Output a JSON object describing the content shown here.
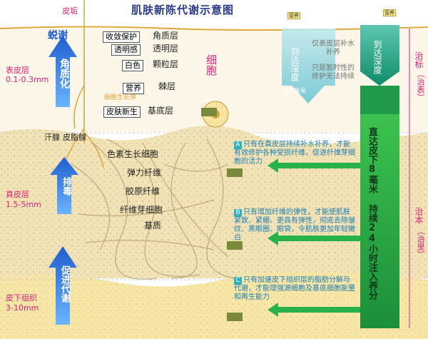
{
  "title": "肌肤新陈代谢示意图",
  "top": {
    "dead_skin": "皮垢",
    "nutrition": "营养"
  },
  "left_stack": {
    "molting": "蜕谢",
    "keratinization": "角质化",
    "detox": "排毒",
    "promote_metabolism": "促进代谢"
  },
  "layers": {
    "epidermis": "表皮层",
    "epidermis_depth": "0.1-0.3mm",
    "dermis": "真皮层",
    "dermis_depth": "1.5-5mm",
    "hypodermis": "皮下组织",
    "hypodermis_depth": "3-10mm"
  },
  "epidermis_items": [
    {
      "label": "收敛保护",
      "layer": "角质层"
    },
    {
      "label": "透明感",
      "layer": "透明层"
    },
    {
      "label": "白色",
      "layer": "颗粒层"
    },
    {
      "label": "营养",
      "layer": "棘层"
    },
    {
      "label": "皮肤新生",
      "layer": "基底层"
    }
  ],
  "cell_label": "细胞",
  "cell_growth": "细胞生长带",
  "sweat_gland": "汗腺",
  "sebaceous_gland": "皮脂腺",
  "dermis_parts": [
    "色素生长细胞",
    "弹力纤维",
    "胶原纤维",
    "纤维芽细胞",
    "基质"
  ],
  "panel_shallow": {
    "title": "到达深度",
    "depth": "0.3毫米",
    "note1": "仅表皮层补水补养",
    "note2": "只是暂时性的修护无法持续"
  },
  "panel_deep": {
    "title": "到达深度",
    "main": "直达皮下8毫米 持续24小时注入养分"
  },
  "right_side": {
    "surface_treat": "治标",
    "surface_paren": "（治表）",
    "root_treat": "治本",
    "root_paren": "（治里）"
  },
  "notes": [
    {
      "badge": "A",
      "text": "只有在真皮层持续补水补养，才能有效修护各种受损纤维，促进纤维芽细胞的活力"
    },
    {
      "badge": "B",
      "text": "只有增加纤维的弹性，才能使肌肤紧致、紧绷、更具有弹性，彻底去除皱纹、黑眼圈、眼袋，令肌肤更加年轻嫩白"
    },
    {
      "badge": "C",
      "text": "只有加速皮下组织层的脂肪分解与代谢，才能增强源细胞及基底细胞能量和再生能力"
    }
  ],
  "colors": {
    "teal": "#1aa6b5",
    "green_arrow": "#27b34a",
    "blue_arrow": "#1d6fd0",
    "pink": "#e0207a",
    "skin": "#f7eed6"
  }
}
